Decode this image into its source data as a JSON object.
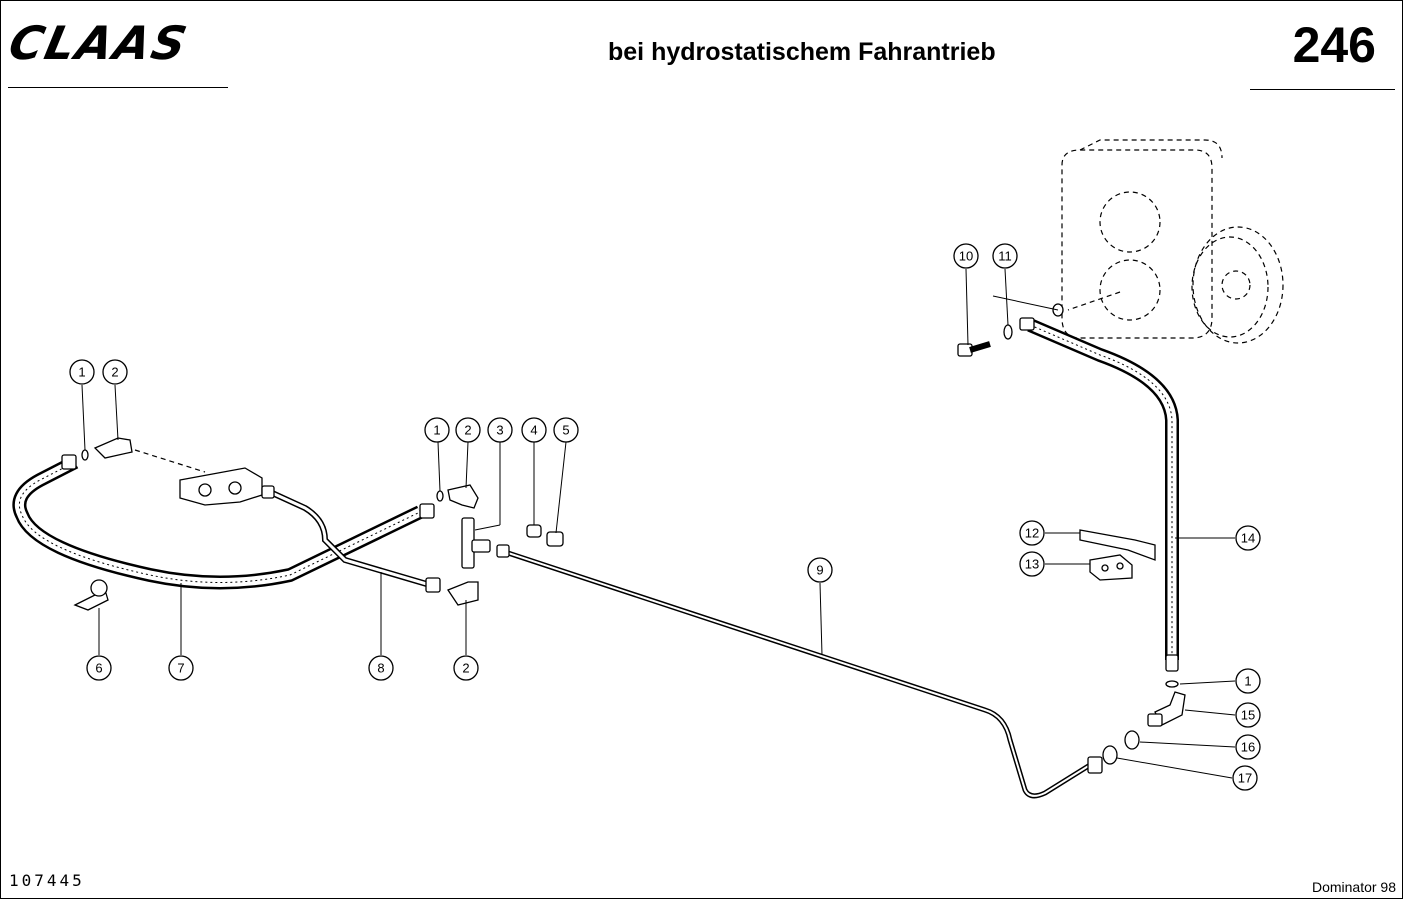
{
  "header": {
    "logo": "CLAAS",
    "title": "bei hydrostatischem Fahrantrieb",
    "page_number": "246"
  },
  "footer": {
    "drawing_number": "107445",
    "model": "Dominator 98"
  },
  "callouts": [
    "1",
    "2",
    "1",
    "2",
    "3",
    "4",
    "5",
    "2",
    "6",
    "7",
    "8",
    "9",
    "10",
    "11",
    "12",
    "13",
    "14",
    "1",
    "15",
    "16",
    "17"
  ]
}
